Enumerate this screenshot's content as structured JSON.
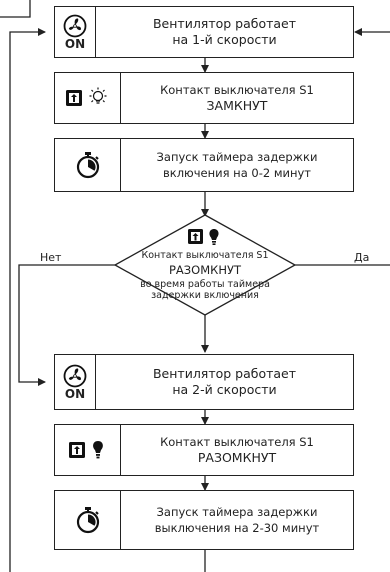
{
  "boxes": [
    {
      "line1": "Вентилятор работает",
      "line2": "на 1-й скорости",
      "icon": "fan-on-icon",
      "on_label": "ON"
    },
    {
      "line1": "Контакт выключателя S1",
      "line2": "ЗАМКНУТ",
      "icon": "switch-lamp-lit-icon"
    },
    {
      "line1": "Запуск таймера задержки",
      "line2": "включения на 0-2 минут",
      "icon": "timer-icon"
    },
    {
      "line1": "Вентилятор работает",
      "line2": "на 2-й скорости",
      "icon": "fan-on-icon",
      "on_label": "ON"
    },
    {
      "line1": "Контакт выключателя S1",
      "line2": "РАЗОМКНУТ",
      "icon": "switch-lamp-off-icon"
    },
    {
      "line1": "Запуск таймера задержки",
      "line2": "выключения на 2-30 минут",
      "icon": "timer-icon"
    }
  ],
  "decision": {
    "line1": "Контакт выключателя S1",
    "line2": "РАЗОМКНУТ",
    "line3": "во время работы таймера",
    "line4": "задержки включения",
    "icon": "switch-lamp-off-icon",
    "no_label": "Нет",
    "yes_label": "Да"
  }
}
